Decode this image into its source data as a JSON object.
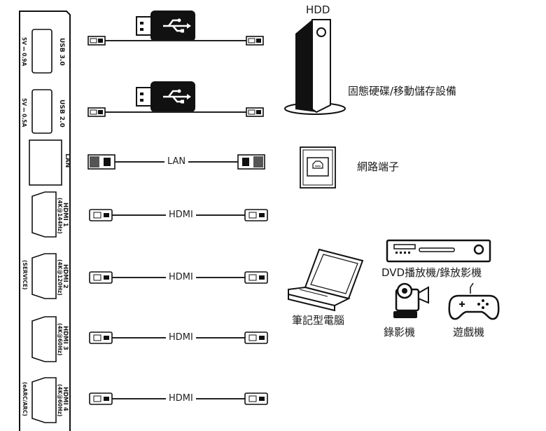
{
  "panel": {
    "usb3_label": "USB 3.0",
    "usb3_power": "5V ⎓ 0.9A",
    "usb2_label": "USB 2.0",
    "usb2_power": "5V ⎓ 0.5A",
    "lan_label": "LAN",
    "hdmi1_label": "HDMI 1",
    "hdmi1_spec": "(4K@144Hz)",
    "hdmi2_label": "HDMI 2",
    "hdmi2_spec": "(4K@120Hz)",
    "hdmi2_note": "(SERVICE)",
    "hdmi3_label": "HDMI 3",
    "hdmi3_spec": "(4K@60Hz)",
    "hdmi4_label": "HDMI 4",
    "hdmi4_spec": "(4K@60Hz)",
    "hdmi4_note": "(eARC/ARC)"
  },
  "cables": {
    "lan": "LAN",
    "hdmi1": "HDMI",
    "hdmi2": "HDMI",
    "hdmi3": "HDMI",
    "hdmi4": "HDMI"
  },
  "devices": {
    "hdd_title": "HDD",
    "hdd_caption": "固態硬碟/移動儲存設備",
    "network_caption": "網路端子",
    "dvd_caption": "DVD播放機/錄放影機",
    "laptop_caption": "筆記型電腦",
    "camcorder_caption": "錄影機",
    "game_caption": "遊戲機"
  }
}
